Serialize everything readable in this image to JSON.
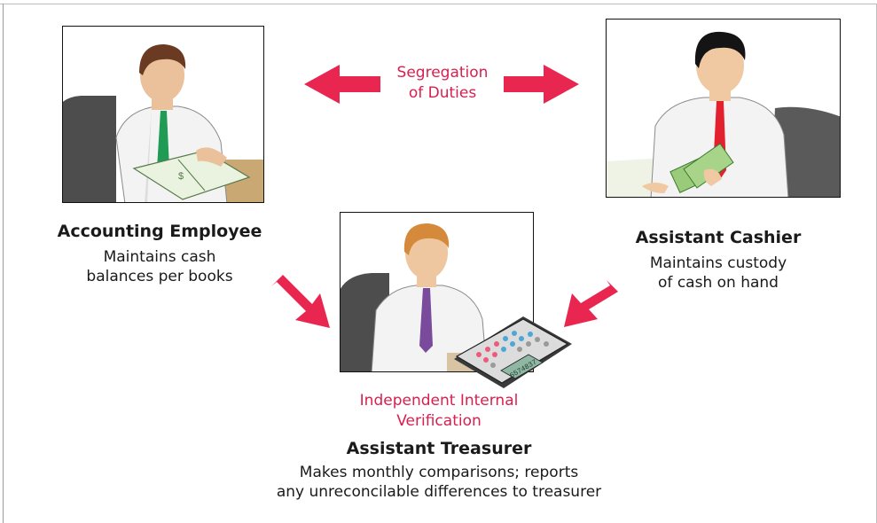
{
  "segregation": {
    "line1": "Segregation",
    "line2": "of Duties"
  },
  "accounting_employee": {
    "title": "Accounting Employee",
    "desc1": "Maintains cash",
    "desc2": "balances per books"
  },
  "assistant_cashier": {
    "title": "Assistant Cashier",
    "desc1": "Maintains custody",
    "desc2": "of cash on hand"
  },
  "verification": {
    "line1": "Independent Internal",
    "line2": "Verification"
  },
  "assistant_treasurer": {
    "title": "Assistant Treasurer",
    "desc1": "Makes monthly comparisons; reports",
    "desc2": "any unreconcilable differences to treasurer"
  },
  "calculator_display": "6574837",
  "colors": {
    "arrow": "#e8264f",
    "label": "#d81f4e",
    "frame": "#111111"
  }
}
